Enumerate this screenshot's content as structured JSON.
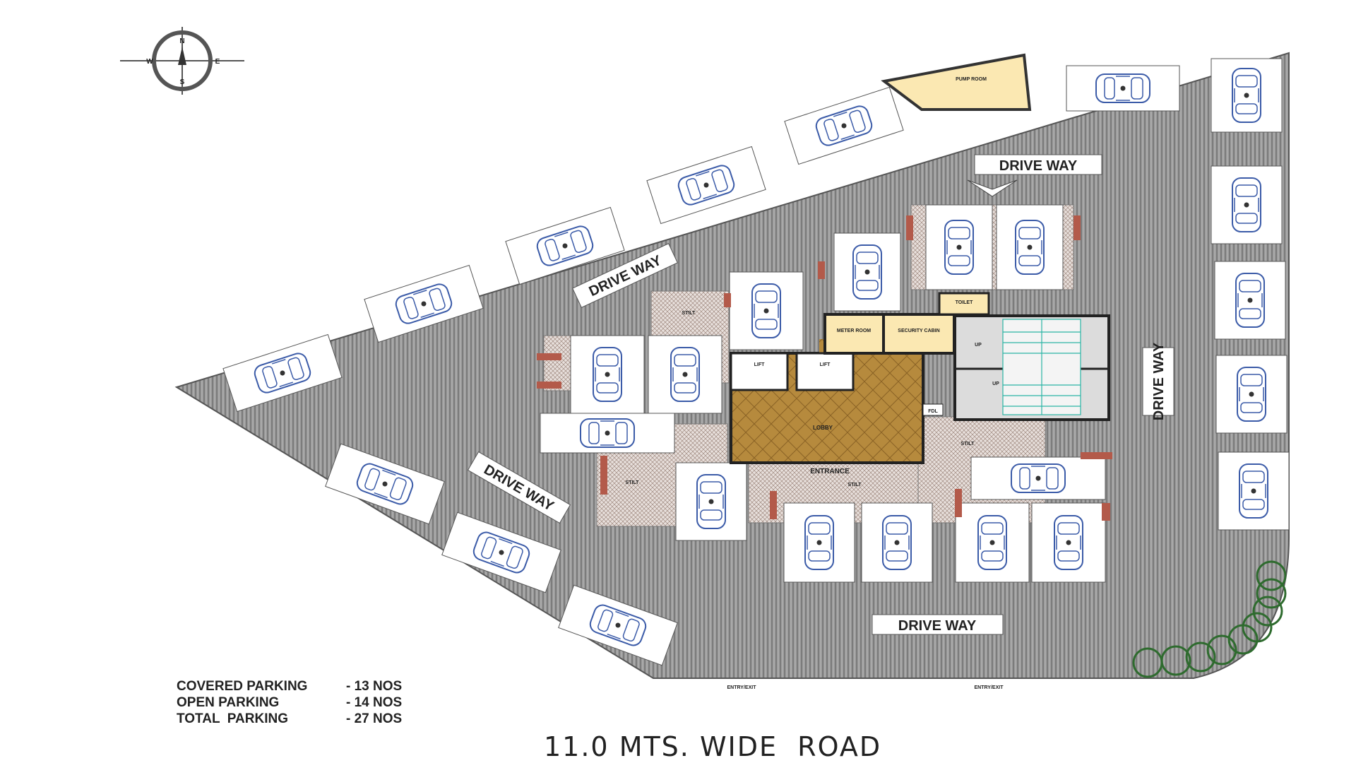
{
  "compass": {
    "n": "N",
    "s": "S",
    "e": "E",
    "w": "W"
  },
  "rooms": {
    "pump_room": "PUMP ROOM",
    "meter_room": "METER ROOM",
    "security_cabin": "SECURITY CABIN",
    "toilet": "TOILET",
    "lift_1": "LIFT",
    "lift_2": "LIFT",
    "lobby": "LOBBY",
    "entrance": "ENTRANCE",
    "up_1": "UP",
    "up_2": "UP",
    "fdl": "FDL"
  },
  "stilt_labels": [
    "STILT",
    "STILT",
    "STILT",
    "STILT"
  ],
  "drive_ways": [
    "DRIVE WAY",
    "DRIVE WAY",
    "DRIVE WAY",
    "DRIVE WAY",
    "DRIVE WAY"
  ],
  "entry_exit": [
    "ENTRY/EXIT",
    "ENTRY/EXIT"
  ],
  "legend": [
    {
      "label": "COVERED PARKING",
      "value": "- 13 NOS"
    },
    {
      "label": "OPEN PARKING",
      "value": "- 14 NOS"
    },
    {
      "label": "TOTAL  PARKING",
      "value": "- 27 NOS"
    }
  ],
  "road_label": "11.0 MTS. WIDE  ROAD",
  "colors": {
    "driveway": "#8c8c8c",
    "pump_room": "#fbe8b2",
    "lobby": "#b58a3a",
    "car_outline": "#3b5ba8",
    "stair_line": "#2bb5a5",
    "brick": "#b35a4a",
    "tree": "#2e6b2e"
  }
}
